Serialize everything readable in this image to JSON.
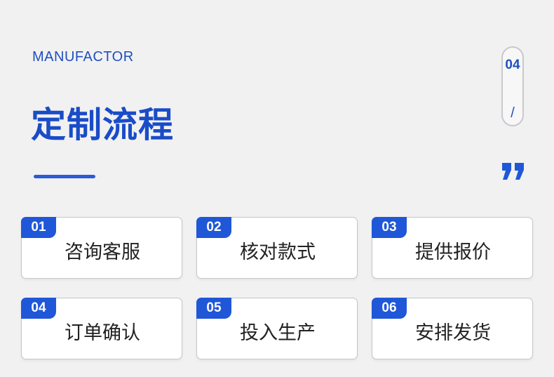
{
  "header": {
    "eyebrow": "MANUFACTOR",
    "title": "定制流程"
  },
  "pager": {
    "number": "04",
    "separator": "/"
  },
  "steps": [
    {
      "num": "01",
      "label": "咨询客服"
    },
    {
      "num": "02",
      "label": "核对款式"
    },
    {
      "num": "03",
      "label": "提供报价"
    },
    {
      "num": "04",
      "label": "订单确认"
    },
    {
      "num": "05",
      "label": "投入生产"
    },
    {
      "num": "06",
      "label": "安排发货"
    }
  ],
  "colors": {
    "accent": "#1f57d8",
    "title": "#1a4cc7",
    "background": "#f1f1f2",
    "card": "#ffffff",
    "text": "#222222"
  },
  "icons": {
    "quote": "double-quote-icon"
  }
}
